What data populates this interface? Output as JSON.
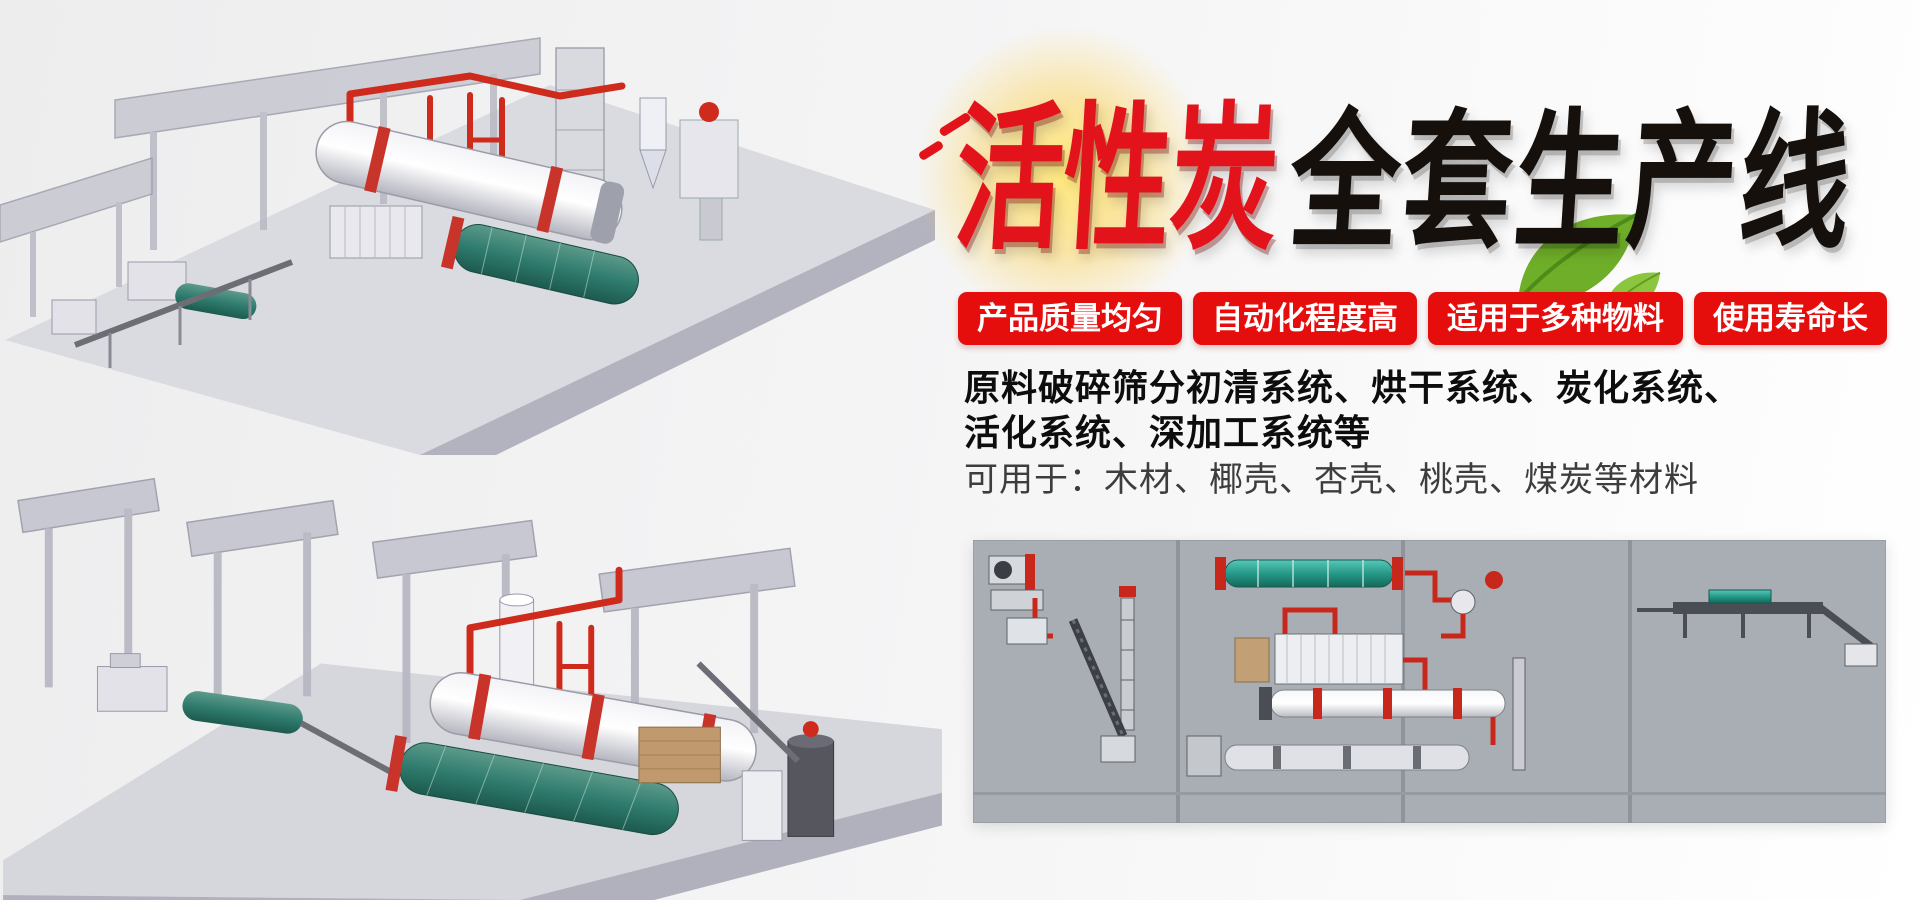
{
  "page": {
    "background_left": "#ededee",
    "background_right": "#ffffff"
  },
  "hero": {
    "title_red": "活性炭",
    "title_black": "全套生产线",
    "badges": [
      "产品质量均匀",
      "自动化程度高",
      "适用于多种物料",
      "使用寿命长"
    ],
    "description": [
      "原料破碎筛分初清系统、烘干系统、炭化系统、",
      "活化系统、深加工系统等"
    ],
    "usage_line": "可用于：木材、椰壳、杏壳、桃壳、煤炭等材料",
    "colors": {
      "badge_red": "#e60d0d",
      "title_red": "#e2131b",
      "title_black": "#16100c",
      "pipe_red": "#c8281c",
      "machine_teal": "#2f7c6e",
      "panel_gray": "#a9aeb4"
    }
  },
  "illustrations": {
    "top_left": "isometric-production-line-render",
    "bottom_left": "isometric-production-line-render-alt",
    "bottom_right": "plant-equipment-layout-render"
  }
}
